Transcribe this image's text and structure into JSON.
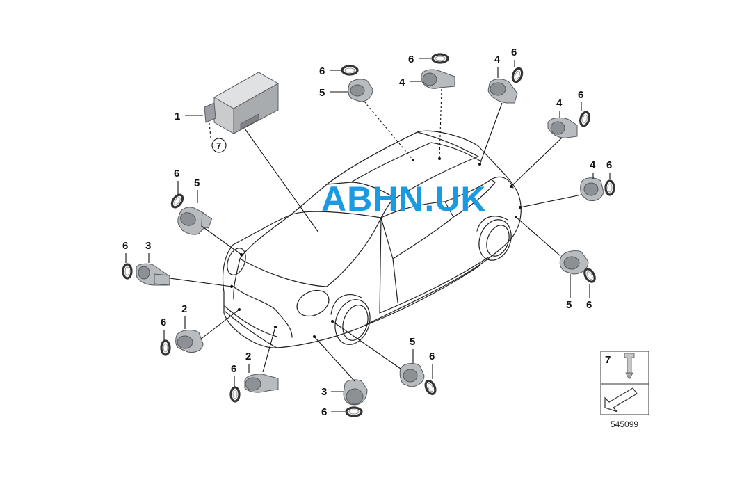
{
  "watermark": {
    "text": "ABHN.UK",
    "color": "#1a9ae0"
  },
  "diagram_code": "545099",
  "callouts": {
    "c1": "1",
    "c7": "7",
    "c2a": "2",
    "c6_2a": "6",
    "c2b": "2",
    "c6_2b": "6",
    "c3a": "3",
    "c6_3a": "6",
    "c3b": "3",
    "c6_3b": "6",
    "c5_fl": "5",
    "c6_fl": "6",
    "c5_top": "5",
    "c6_top": "6",
    "c4_top": "4",
    "c6_4top": "6",
    "c4_r1": "4",
    "c6_4r1": "6",
    "c4_r2": "4",
    "c6_4r2": "6",
    "c4_r3": "4",
    "c6_4r3": "6",
    "c5_rr": "5",
    "c6_rr": "6",
    "c5_side": "5",
    "c6_side": "6",
    "legend7": "7"
  }
}
